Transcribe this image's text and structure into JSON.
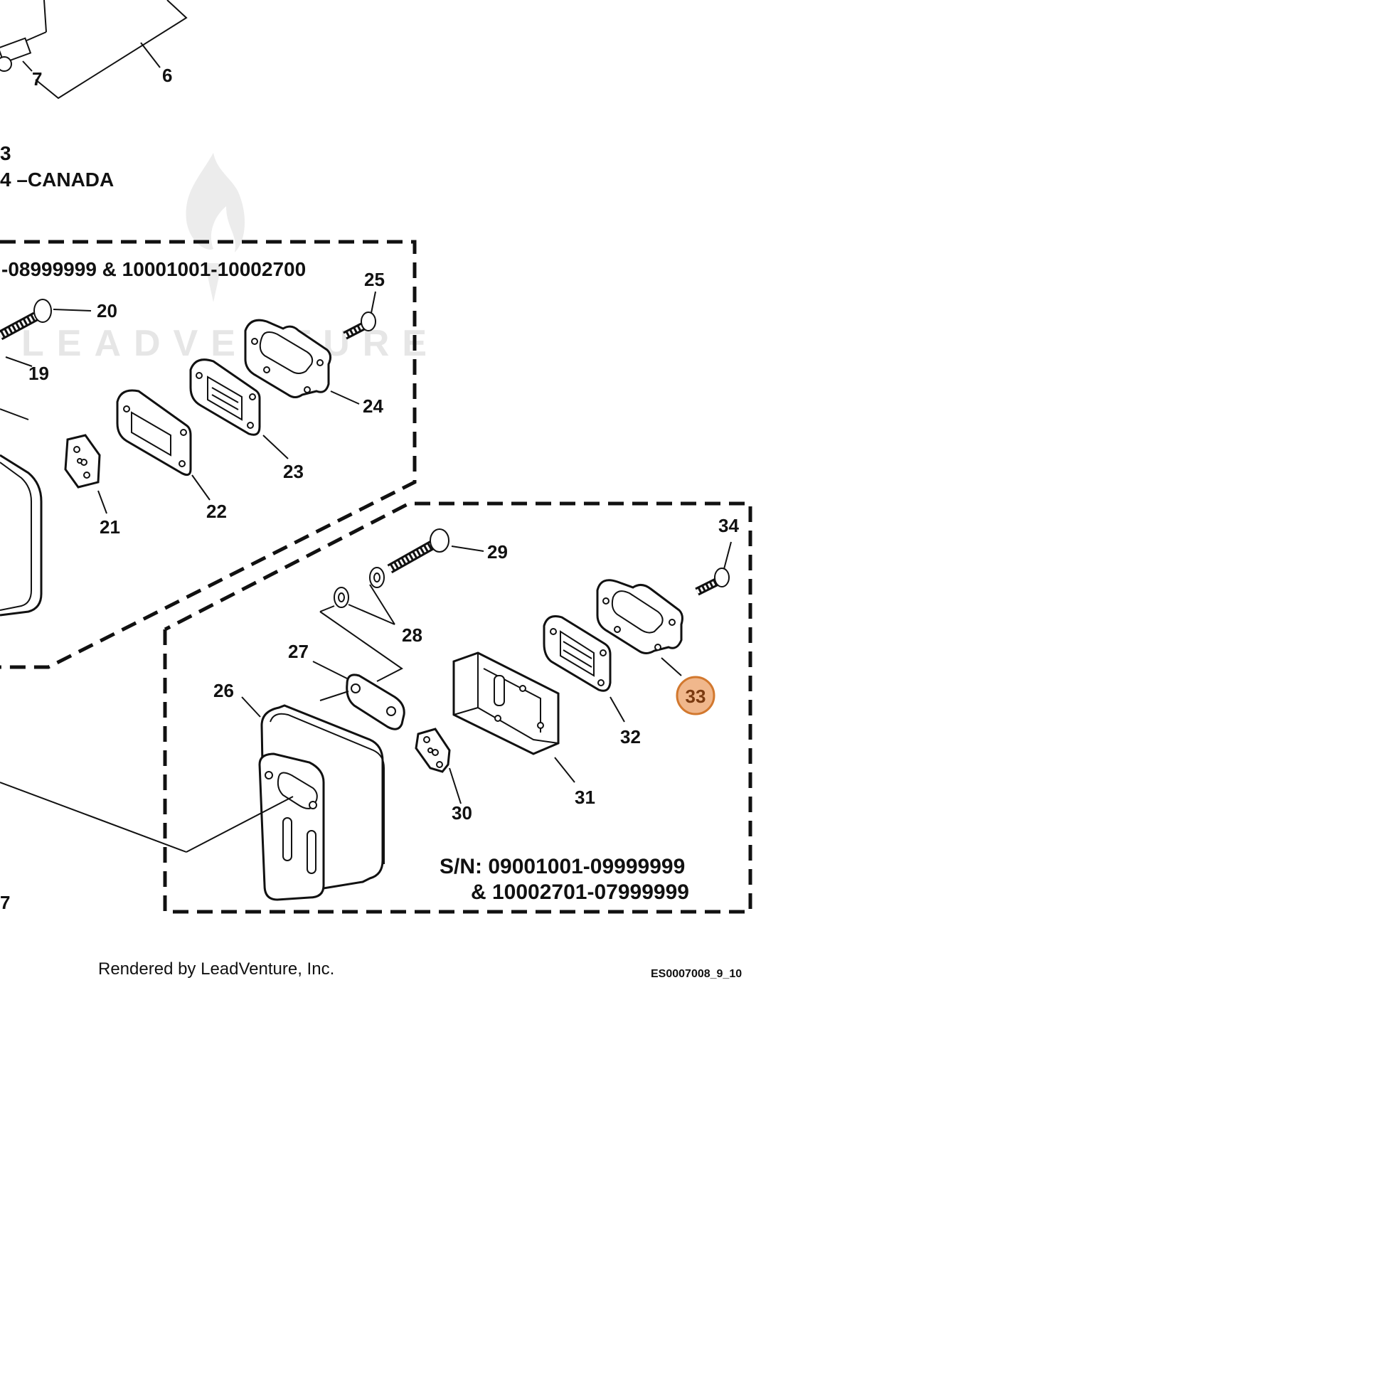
{
  "header": {
    "line1": "3",
    "line2": "4 –CANADA",
    "serial_range_top": "-08999999 & 10001001-10002700"
  },
  "watermark": {
    "text": "LEADVENTURE",
    "logo_icon": "flame-logo-icon"
  },
  "callouts": {
    "c6": "6",
    "c7": "7",
    "c7b": "7",
    "c19": "19",
    "c20": "20",
    "c21": "21",
    "c22": "22",
    "c23": "23",
    "c24": "24",
    "c25": "25",
    "c26": "26",
    "c27": "27",
    "c28": "28",
    "c29": "29",
    "c30": "30",
    "c31": "31",
    "c32": "32",
    "c33": "33",
    "c34": "34"
  },
  "highlighted_callout": "33",
  "serial_bottom": {
    "line1": "S/N: 09001001-09999999",
    "line2": "& 10002701-07999999"
  },
  "footer": {
    "rendered_by": "Rendered by LeadVenture, Inc.",
    "image_code": "ES0007008_9_10"
  },
  "colors": {
    "highlight_fill": "#f0b78c",
    "highlight_stroke": "#d2782e",
    "line": "#111111"
  }
}
